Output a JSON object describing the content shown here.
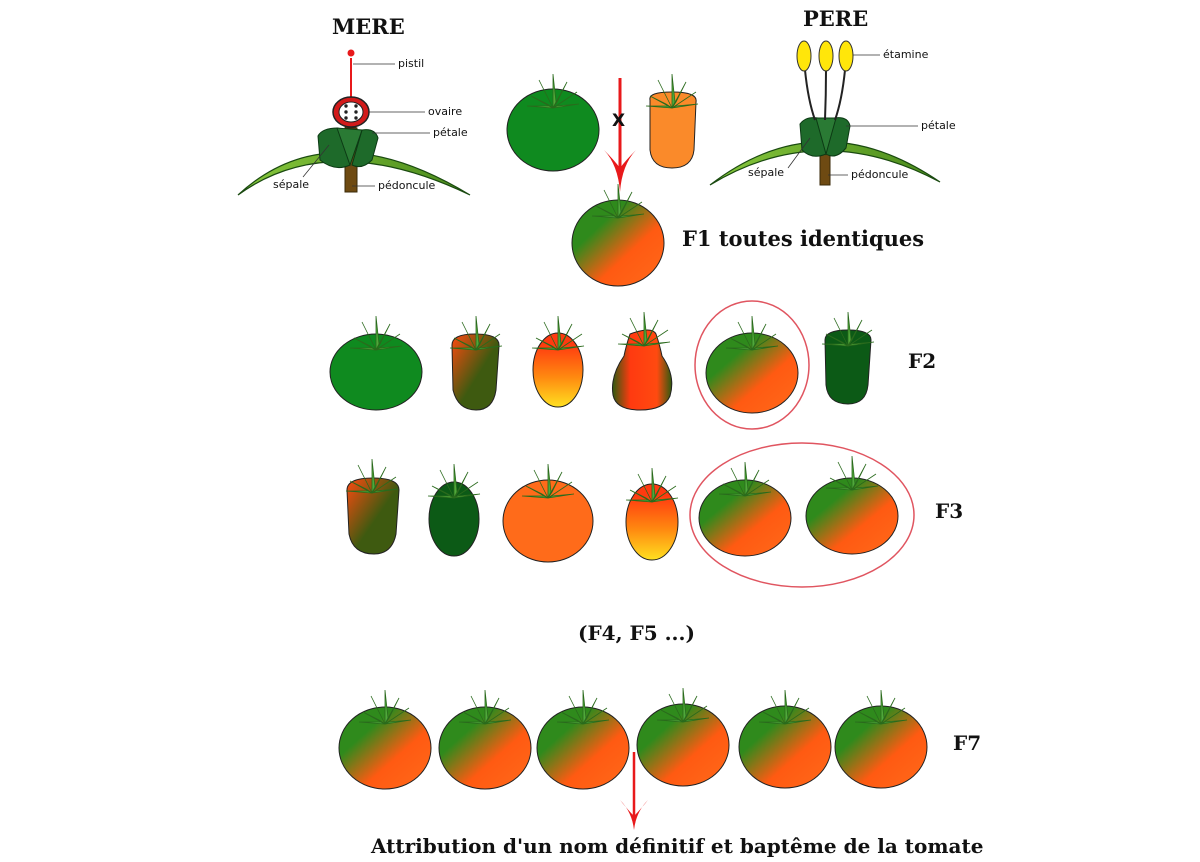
{
  "titles": {
    "mother": "MERE",
    "father": "PERE"
  },
  "mother_flower": {
    "pistil": "pistil",
    "ovary": "ovaire",
    "petal": "pétale",
    "sepal": "sépale",
    "peduncle": "pédoncule"
  },
  "father_flower": {
    "stamen": "étamine",
    "petal": "pétale",
    "sepal": "sépale",
    "peduncle": "pédoncule"
  },
  "cross_symbol": "X",
  "generations": {
    "f1": "F1 toutes identiques",
    "f2": "F2",
    "f3": "F3",
    "intermediate": "(F4, F5 ...)",
    "f7": "F7"
  },
  "conclusion": "Attribution d'un nom définitif et baptême de la tomate",
  "colors": {
    "green": "#0f8a1f",
    "dark_green": "#0c5a16",
    "orange": "#fa8a2a",
    "red_orange": "#ff4a10",
    "yellow": "#ffd515",
    "arrow_red": "#e8191b",
    "stem": "#6e4a12"
  }
}
